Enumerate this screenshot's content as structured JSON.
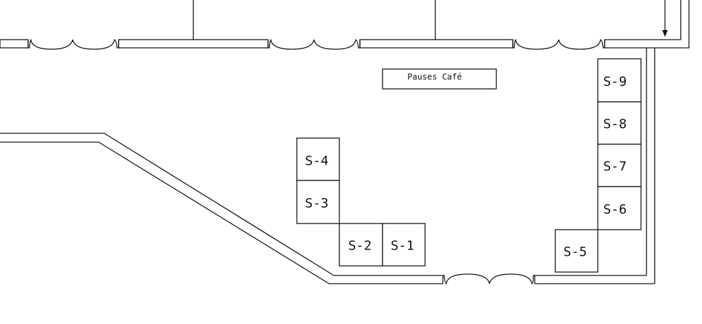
{
  "plan": {
    "cafe": {
      "label": "Pauses Café"
    },
    "booths": [
      {
        "id": "s1",
        "label": "S-1"
      },
      {
        "id": "s2",
        "label": "S-2"
      },
      {
        "id": "s3",
        "label": "S-3"
      },
      {
        "id": "s4",
        "label": "S-4"
      },
      {
        "id": "s5",
        "label": "S-5"
      },
      {
        "id": "s6",
        "label": "S-6"
      },
      {
        "id": "s7",
        "label": "S-7"
      },
      {
        "id": "s8",
        "label": "S-8"
      },
      {
        "id": "s9",
        "label": "S-9"
      }
    ]
  }
}
